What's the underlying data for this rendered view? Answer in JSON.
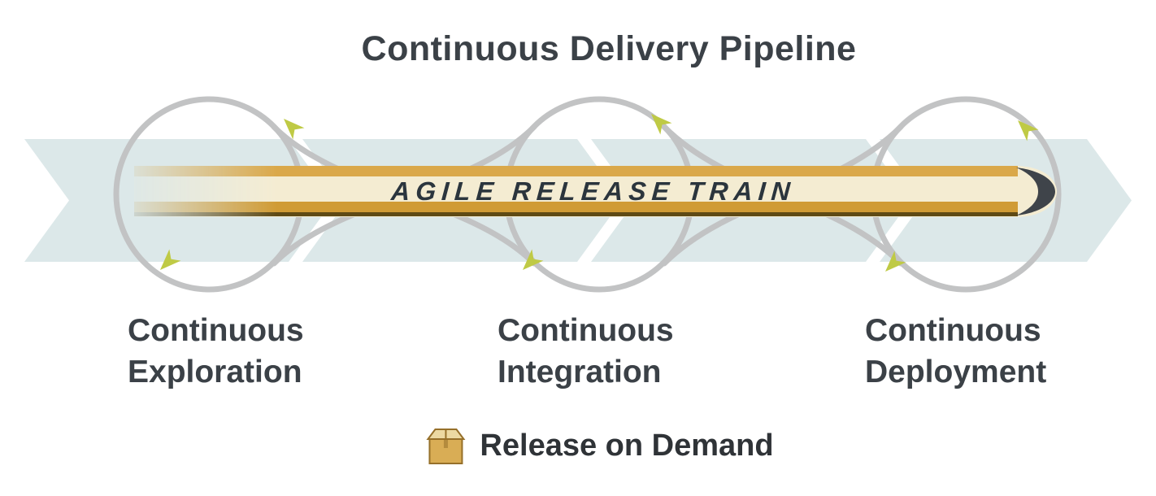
{
  "title": "Continuous Delivery Pipeline",
  "train": {
    "label": "AGILE RELEASE TRAIN"
  },
  "stages": [
    {
      "line1": "Continuous",
      "line2": "Exploration"
    },
    {
      "line1": "Continuous",
      "line2": "Integration"
    },
    {
      "line1": "Continuous",
      "line2": "Deployment"
    }
  ],
  "release_on_demand": {
    "label": "Release on Demand"
  },
  "icons": {
    "package": "package-icon",
    "flow_arrow": "flow-arrowhead-icon"
  },
  "colors": {
    "chevron": "#dce8e9",
    "loop": "#c2c3c4",
    "arrow_green": "#bfca45",
    "train_cream": "#f4ecd2",
    "train_gold_top": "#daa84a",
    "train_gold_bottom": "#d09b35",
    "train_dark_line": "#5f4a15",
    "train_tip": "#3f444a",
    "text": "#3b4147"
  }
}
